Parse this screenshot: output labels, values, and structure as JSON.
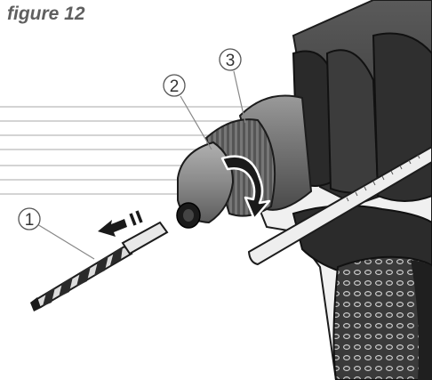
{
  "figure": {
    "title": "figure 12"
  },
  "callouts": [
    {
      "number": "1"
    },
    {
      "number": "2"
    },
    {
      "number": "3"
    }
  ],
  "icons": {
    "drill": "rotary-hammer-drill-icon",
    "chuck": "keyless-chuck-icon",
    "bit": "drill-bit-icon",
    "insert_arrow": "insert-direction-arrow-icon",
    "rotate_arrow": "rotate-chuck-arrow-icon"
  },
  "colors": {
    "title": "#5f5f5f",
    "drill_body": "#404040",
    "drill_dark": "#262626",
    "chuck": "#6e6e6e",
    "outline": "#1c1c1c",
    "background": "#ffffff"
  }
}
